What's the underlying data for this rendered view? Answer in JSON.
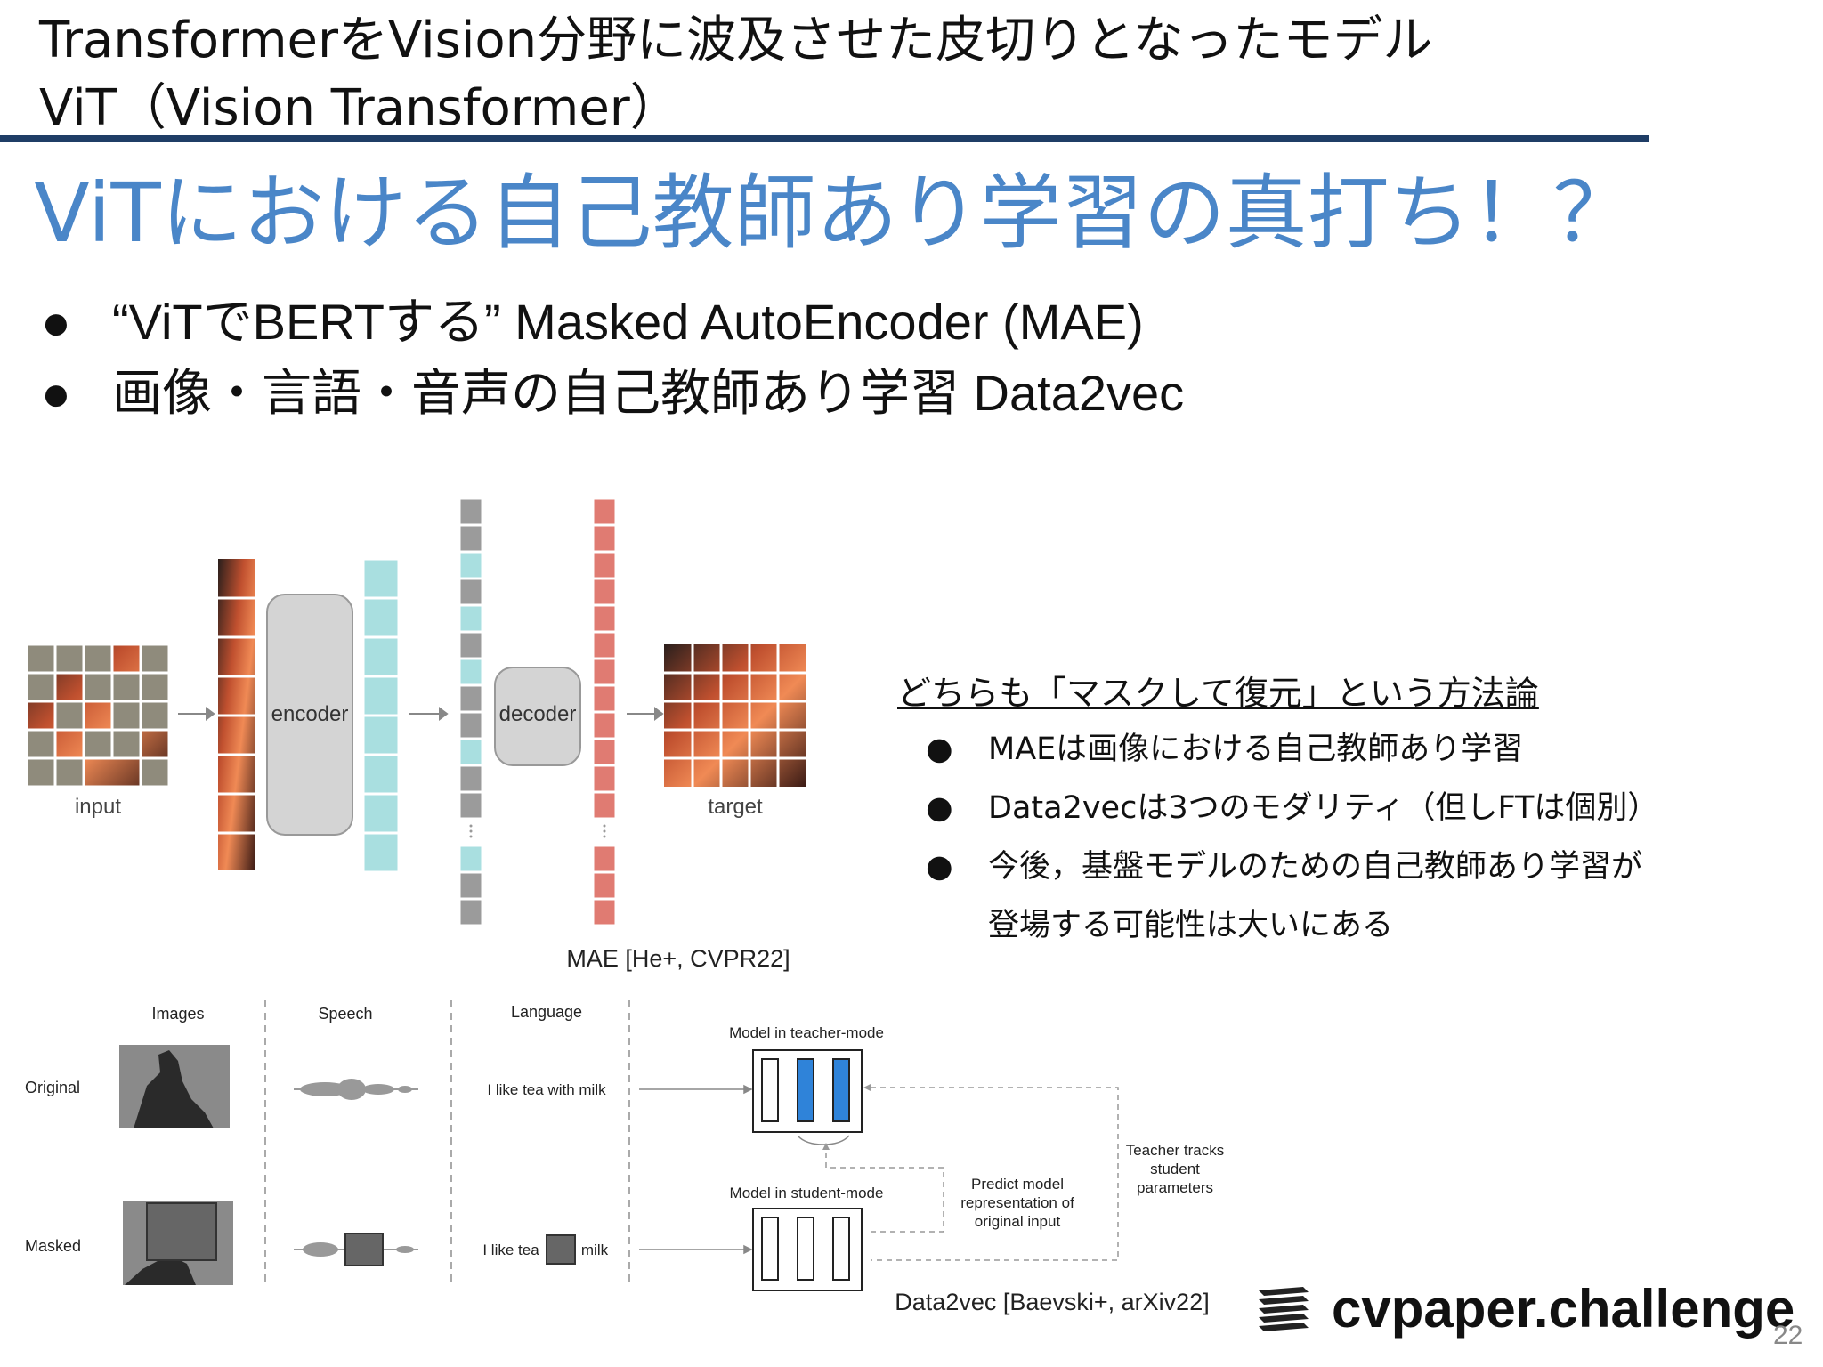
{
  "header": {
    "title_line1": "TransformerをVision分野に波及させた皮切りとなったモデル",
    "title_line2": "ViT（Vision Transformer）"
  },
  "heading": "ViTにおける自己教師あり学習の真打ち！？",
  "bullets": [
    "“ViTでBERTする” Masked AutoEncoder (MAE)",
    "画像・言語・音声の自己教師あり学習 Data2vec"
  ],
  "bullet_symbol": "●",
  "mae_figure": {
    "input_label": "input",
    "encoder_label": "encoder",
    "decoder_label": "decoder",
    "target_label": "target",
    "caption": "MAE [He+, CVPR22]"
  },
  "right_panel": {
    "title": "どちらも「マスクして復元」という方法論",
    "items": [
      "MAEは画像における自己教師あり学習",
      "Data2vecは3つのモダリティ（但しFTは個別）",
      "今後，基盤モデルのための自己教師あり学習が",
      "登場する可能性は大いにある"
    ]
  },
  "data2vec_figure": {
    "col_images": "Images",
    "col_speech": "Speech",
    "col_language": "Language",
    "row_original": "Original",
    "row_masked": "Masked",
    "text_original": "I like tea with milk",
    "text_masked_a": "I like tea",
    "text_masked_b": "milk",
    "teacher_label": "Model in teacher-mode",
    "student_label": "Model in student-mode",
    "predict_label_1": "Predict model",
    "predict_label_2": "representation of",
    "predict_label_3": "original input",
    "tracks_label_1": "Teacher tracks",
    "tracks_label_2": "student",
    "tracks_label_3": "parameters",
    "caption": "Data2vec [Baevski+, arXiv22]"
  },
  "logo": {
    "text": "cvpaper.challenge",
    "icon": "stacked-layers-icon"
  },
  "page_number": "22",
  "colors": {
    "heading": "#4a86c8",
    "header_rule": "#1f3d66",
    "mask_gray": "#9b9b9b",
    "encoder_token": "#a9dfe0",
    "decoder_token": "#e07b72",
    "teacher_block": "#2f83d9"
  }
}
